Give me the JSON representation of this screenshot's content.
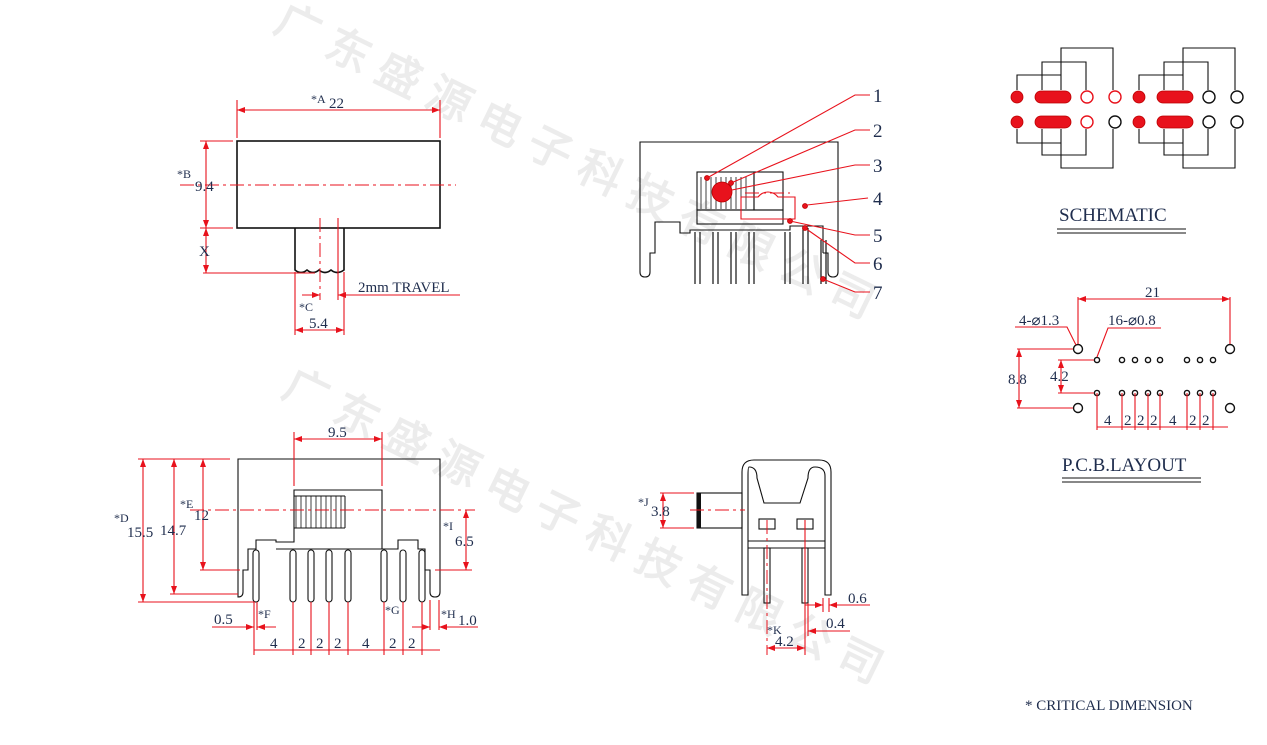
{
  "watermark": "广东盛源电子科技有限公司",
  "colors": {
    "dimension": "#e8121c",
    "outline": "#111111",
    "text": "#1f2d4d"
  },
  "top_view": {
    "a_label": "*A",
    "a_value": "22",
    "b_label": "*B",
    "b_value": "9.4",
    "x_label": "X",
    "travel": "2mm TRAVEL",
    "c_label": "*C",
    "c_value": "5.4"
  },
  "side_view": {
    "callouts": [
      "1",
      "2",
      "3",
      "4",
      "5",
      "6",
      "7"
    ]
  },
  "front_view": {
    "width_95": "9.5",
    "d_label": "*D",
    "d_value": "15.5",
    "h147": "14.7",
    "e_label": "*E",
    "e_value": "12",
    "i_label": "*I",
    "i_value": "6.5",
    "f_label": "*F",
    "f_value": "0.5",
    "g_label": "*G",
    "h_label": "*H",
    "h_value": "1.0",
    "pitches": [
      "4",
      "2",
      "2",
      "2",
      "4",
      "2",
      "2"
    ]
  },
  "end_view": {
    "j_label": "*J",
    "j_value": "3.8",
    "k_label": "*K",
    "k_value": "4.2",
    "d06": "0.6",
    "d04": "0.4"
  },
  "schematic": {
    "title": "SCHEMATIC"
  },
  "pcb": {
    "title": "P.C.B.LAYOUT",
    "width": "21",
    "big_holes": "4-⌀1.3",
    "small_holes": "16-⌀0.8",
    "height_outer": "8.8",
    "height_inner": "4.2",
    "pitches": [
      "4",
      "2",
      "2",
      "2",
      "4",
      "2",
      "2"
    ]
  },
  "note": "* CRITICAL  DIMENSION"
}
